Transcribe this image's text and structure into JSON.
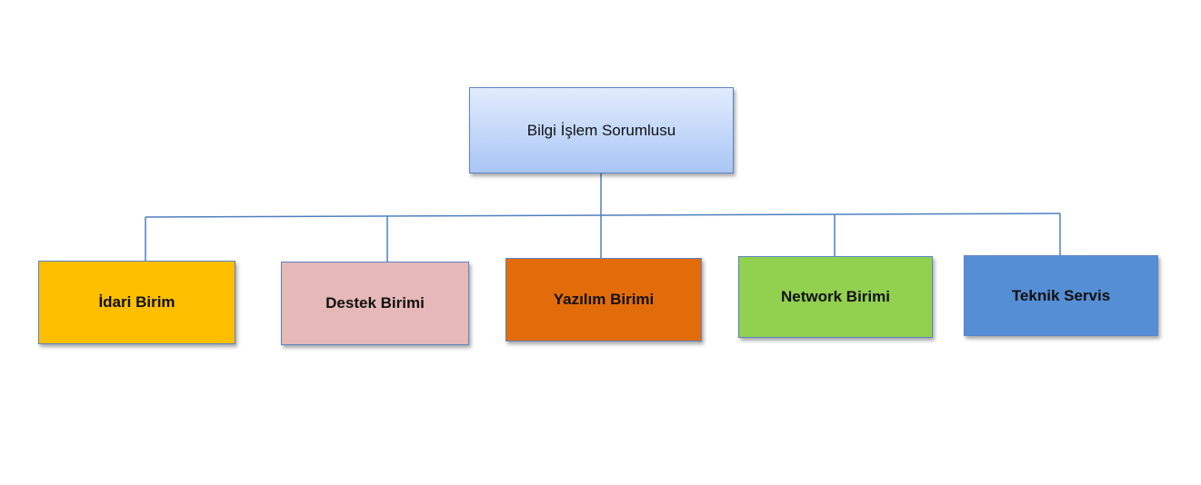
{
  "root": {
    "label": "Bilgi İşlem Sorumlusu"
  },
  "units": [
    {
      "label": "İdari Birim",
      "color": "#fdbf00"
    },
    {
      "label": "Destek Birimi",
      "color": "#e6b8b7"
    },
    {
      "label": "Yazılım Birimi",
      "color": "#e36c0a"
    },
    {
      "label": "Network Birimi",
      "color": "#92d050"
    },
    {
      "label": "Teknik Servis",
      "color": "#558ed5"
    }
  ],
  "connector_color": "#4f7fbf"
}
